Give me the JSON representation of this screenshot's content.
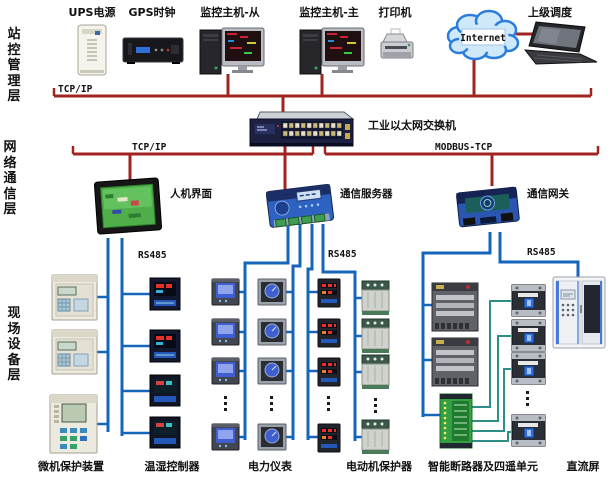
{
  "layers": {
    "station": "站控管理层",
    "network": "网络通信层",
    "field": "现场设备层"
  },
  "station": {
    "ups": "UPS电源",
    "gps": "GPS时钟",
    "host_slave": "监控主机-从",
    "host_master": "监控主机-主",
    "printer": "打印机",
    "internet": "Internet",
    "dispatch": "上级调度"
  },
  "network": {
    "tcp_ip": "TCP/IP",
    "modbus": "MODBUS-TCP",
    "switch": "工业以太网交换机",
    "hmi": "人机界面",
    "server": "通信服务器",
    "gateway": "通信网关",
    "rs485": "RS485"
  },
  "field": {
    "protection": "微机保护装置",
    "humidity": "温湿控制器",
    "meters": "电力仪表",
    "motor": "电动机保护器",
    "breakers": "智能断路器及四遥单元",
    "dc_panel": "直流屏"
  },
  "colors": {
    "bus_red": "#a22420",
    "line_blue": "#1566bb",
    "io_teal": "#2f8f88",
    "cloud_fill": "#cfe9fb",
    "cloud_stroke": "#2a7ddd",
    "hmi_screen": "#56b84e"
  }
}
